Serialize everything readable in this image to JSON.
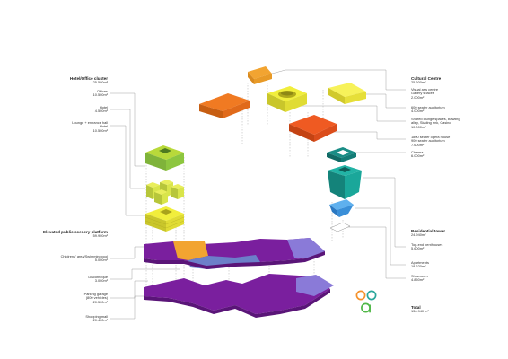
{
  "left": {
    "hotel_header": "Hotel/Office cluster",
    "hotel_total": "25.500m²",
    "offices": "Offices",
    "offices_area": "10.500m²",
    "hotel": "Hotel",
    "hotel_area": "4.500m²",
    "lounge": "Lounge + entrance hall",
    "lounge_sub": "Hotel",
    "lounge_area": "10.500m²",
    "platform_header": "Elevated public scenery platform",
    "platform_total": "59.900m²",
    "childrens": "Childrens' area/Swimmingpool",
    "childrens_area": "5.000m²",
    "disco": "Discotheque",
    "disco_area": "3.000m²",
    "parking": "Parking garage",
    "parking_sub": "(800 vehicles)",
    "parking_area": "20.500m²",
    "shopping": "Shopping mall",
    "shopping_area": "20.400m²"
  },
  "right": {
    "cultural_header": "Cultural Centre",
    "cultural_total": "25.600m²",
    "visual_arts": "Visual arts centre",
    "gallery": "Gallery spaces",
    "visual_area": "2.000m²",
    "auditorium600": "600 seater auditorium",
    "auditorium600_area": "4.000m²",
    "shared1": "Shared lounge spaces, Bowling",
    "shared2": "alley, Skating rink, Casino",
    "shared_area": "10.000m²",
    "opera1": "1800 seater opera house",
    "opera2": "900 seater auditorium",
    "opera_area": "7.600m²",
    "cinema": "Cinema",
    "cinema_area": "6.000m²",
    "residential_header": "Residential tower",
    "residential_total": "24.940m²",
    "penthouses": "Top-end penthouses",
    "penthouses_area": "5.600m²",
    "apartments": "Apartments",
    "apartments_area": "18.620m²",
    "showroom": "Showroom",
    "showroom_area": "4.850m²",
    "total_label": "Total",
    "total_value": "136.940 m²"
  },
  "colors": {
    "purple": "#7a1f9e",
    "lavender": "#8a7ad8",
    "slate": "#6c7fc9",
    "orange_light": "#f2a431",
    "orange": "#f07a22",
    "orange_red": "#ef5a22",
    "yellow": "#f1ee3c",
    "lime": "#b8d93a",
    "green": "#8dc63f",
    "teal_dark": "#157a76",
    "teal": "#1aa79a",
    "blue": "#3a8fd8",
    "logo_orange": "#f5922b",
    "logo_teal": "#2aa79b",
    "logo_green": "#51b848"
  },
  "logo_icon": "oaa-logo"
}
